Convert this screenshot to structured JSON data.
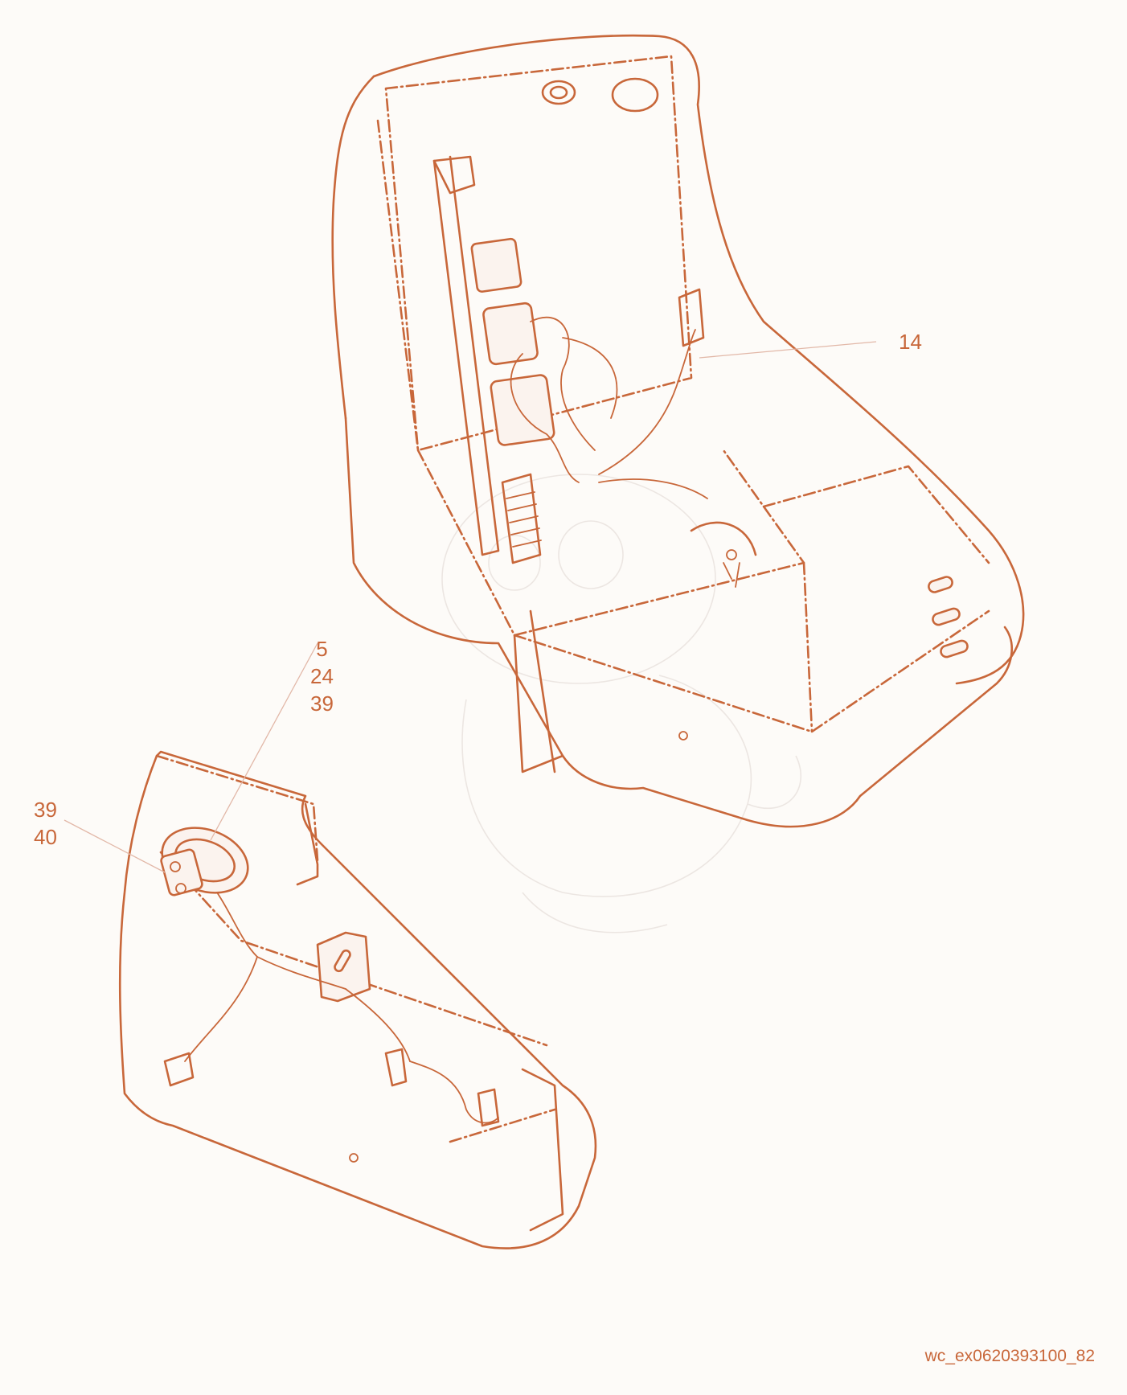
{
  "callouts": {
    "a": {
      "lines": [
        "14"
      ]
    },
    "b": {
      "lines": [
        "5",
        "24",
        "39"
      ]
    },
    "c": {
      "lines": [
        "39",
        "40"
      ]
    }
  },
  "drawing_code": "wc_ex0620393100_82",
  "colors": {
    "line": "#c8673a",
    "leader": "#e2b8a8",
    "watermark": "#ece6e2",
    "background": "#fdfbf8"
  }
}
